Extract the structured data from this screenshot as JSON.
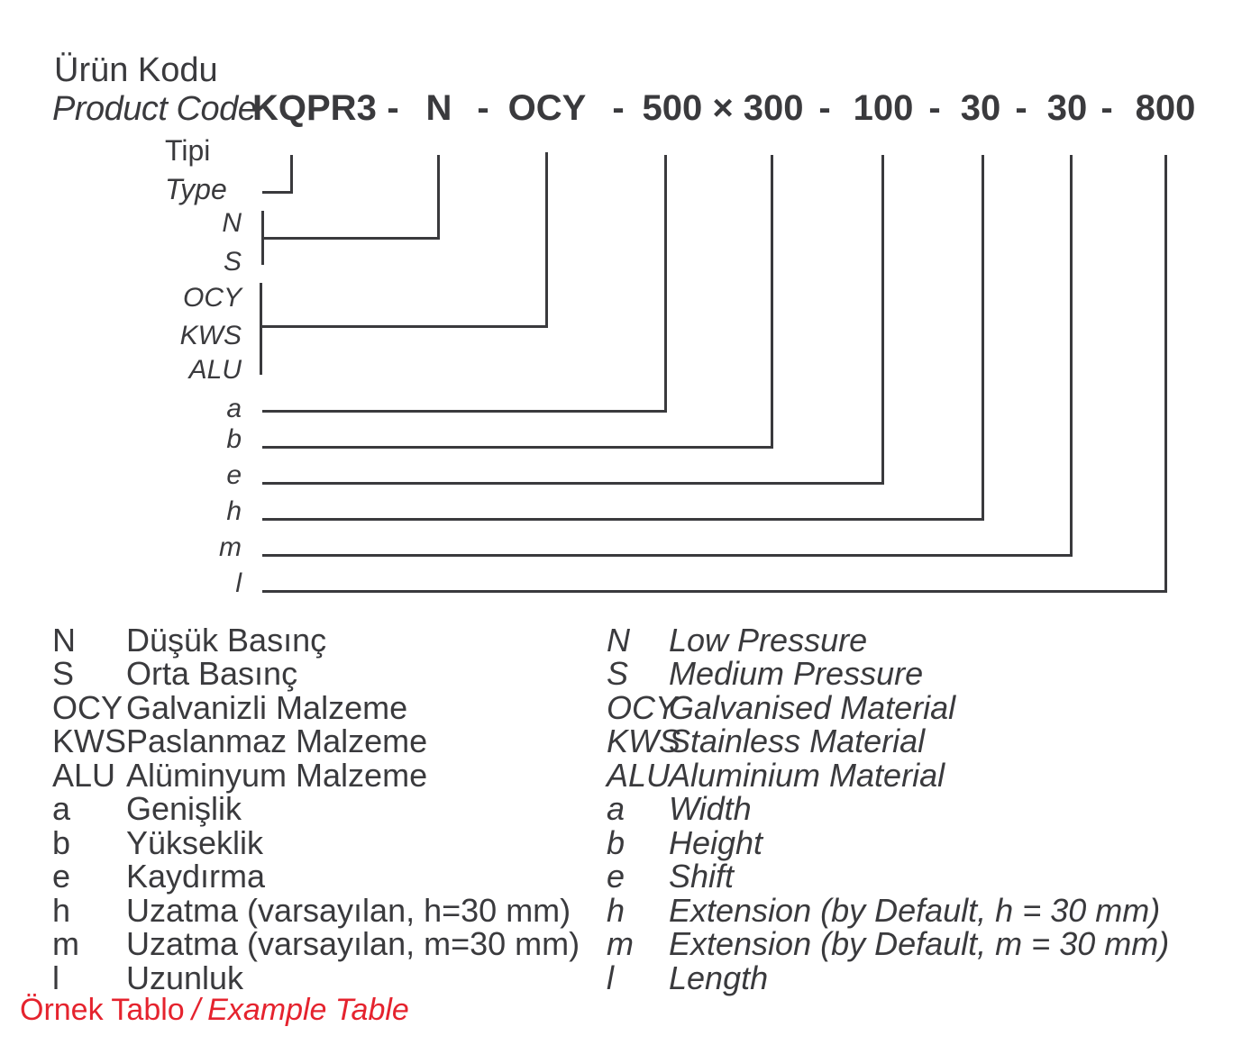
{
  "colors": {
    "ink": "#3a3a3d",
    "red": "#e5232e",
    "background": "#ffffff"
  },
  "header": {
    "title_tr": "Ürün Kodu",
    "title_en": "Product Code"
  },
  "code": {
    "segments": [
      "KQPR3",
      "N",
      "OCY",
      "500 × 300",
      "100",
      "30",
      "30",
      "800"
    ],
    "separator": "-"
  },
  "diagram": {
    "type_label_tr": "Tipi",
    "type_label_en": "Type",
    "branch_labels": [
      "N",
      "S",
      "OCY",
      "KWS",
      "ALU",
      "a",
      "b",
      "e",
      "h",
      "m",
      "l"
    ]
  },
  "legend": {
    "rows": [
      {
        "key_tr": "N",
        "desc_tr": "Düşük Basınç",
        "key_en": "N",
        "desc_en": "Low Pressure"
      },
      {
        "key_tr": "S",
        "desc_tr": "Orta Basınç",
        "key_en": "S",
        "desc_en": "Medium Pressure"
      },
      {
        "key_tr": "OCY",
        "desc_tr": "Galvanizli Malzeme",
        "key_en": "OCY",
        "desc_en": "Galvanised Material"
      },
      {
        "key_tr": "KWS",
        "desc_tr": "Paslanmaz Malzeme",
        "key_en": "KWS",
        "desc_en": "Stainless Material"
      },
      {
        "key_tr": "ALU",
        "desc_tr": "Alüminyum Malzeme",
        "key_en": "ALU",
        "desc_en": "Aluminium Material"
      },
      {
        "key_tr": "a",
        "desc_tr": "Genişlik",
        "key_en": "a",
        "desc_en": "Width"
      },
      {
        "key_tr": "b",
        "desc_tr": "Yükseklik",
        "key_en": "b",
        "desc_en": "Height"
      },
      {
        "key_tr": "e",
        "desc_tr": "Kaydırma",
        "key_en": "e",
        "desc_en": "Shift"
      },
      {
        "key_tr": "h",
        "desc_tr": "Uzatma (varsayılan, h=30 mm)",
        "key_en": "h",
        "desc_en": "Extension (by Default, h = 30 mm)"
      },
      {
        "key_tr": "m",
        "desc_tr": "Uzatma (varsayılan, m=30 mm)",
        "key_en": "m",
        "desc_en": "Extension (by Default, m = 30 mm)"
      },
      {
        "key_tr": "l",
        "desc_tr": "Uzunluk",
        "key_en": "l",
        "desc_en": "Length"
      }
    ]
  },
  "footer": {
    "label_tr": "Örnek Tablo",
    "separator": "/",
    "label_en": "Example Table"
  }
}
